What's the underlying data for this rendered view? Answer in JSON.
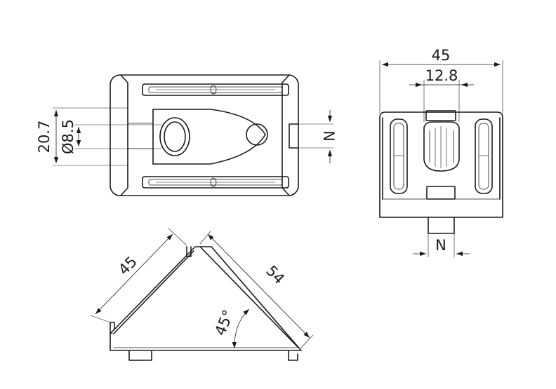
{
  "dimensions": {
    "top_width": "45",
    "top_inner_width": "12.8",
    "top_height": "20.7",
    "top_bore": "Ø8.5",
    "top_slot": "N",
    "front_slot": "N",
    "side_leg": "45",
    "side_hypotenuse": "54",
    "side_angle": "45°"
  },
  "colors": {
    "ink": "#1a1a1a",
    "paper": "#ffffff"
  }
}
